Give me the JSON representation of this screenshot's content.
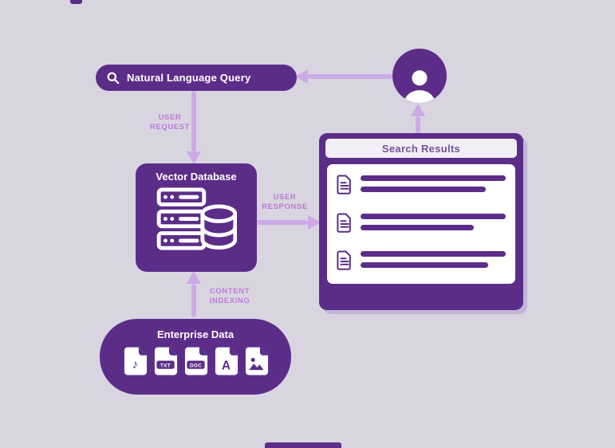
{
  "colors": {
    "background": "#d8d5e1",
    "primary": "#5c2d88",
    "arrow": "#cbaae6",
    "edge_label": "#bd7bd3",
    "panel_header_bg": "#f2eef6",
    "panel_header_text": "#6f5694",
    "white": "#ffffff"
  },
  "nodes": {
    "query": {
      "label": "Natural Language Query",
      "icon": "search-icon"
    },
    "user": {
      "icon": "person-icon"
    },
    "vector_db": {
      "label": "Vector Database",
      "icon": "database-server-icon"
    },
    "search_results": {
      "title": "Search Results",
      "items": [
        {
          "icon": "document-icon",
          "lines": [
            100,
            86
          ]
        },
        {
          "icon": "document-icon",
          "lines": [
            100,
            78
          ]
        },
        {
          "icon": "document-icon",
          "lines": [
            100,
            88
          ]
        }
      ]
    },
    "enterprise": {
      "label": "Enterprise Data",
      "files": [
        {
          "type": "audio",
          "glyph": "♪"
        },
        {
          "type": "txt",
          "label": "TXT"
        },
        {
          "type": "doc",
          "label": "DOC"
        },
        {
          "type": "pdf",
          "label": "A"
        },
        {
          "type": "image"
        }
      ]
    }
  },
  "edges": {
    "user_request": "USER REQUEST",
    "user_response": "USER RESPONSE",
    "content_indexing": "CONTENT INDEXING"
  }
}
